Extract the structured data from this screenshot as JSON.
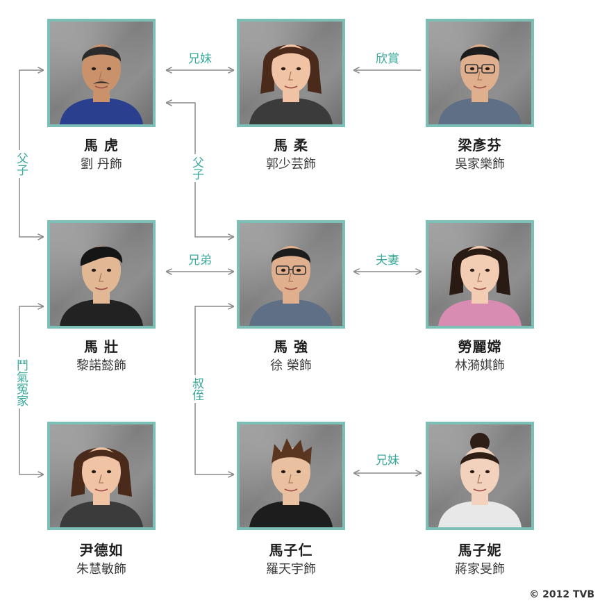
{
  "accent_color": "#7bbfb7",
  "label_color": "#3aa89b",
  "characters": [
    {
      "id": "ma-fu",
      "name": "馬 虎",
      "actor": "劉 丹飾",
      "portrait": "older-man-mustache-icon"
    },
    {
      "id": "ma-yau",
      "name": "馬 柔",
      "actor": "郭少芸飾",
      "portrait": "woman-short-hair-icon"
    },
    {
      "id": "leung",
      "name": "梁彥芬",
      "actor": "吳家樂飾",
      "portrait": "man-glasses-icon"
    },
    {
      "id": "ma-chong",
      "name": "馬 壯",
      "actor": "黎諾懿飾",
      "portrait": "young-man-icon"
    },
    {
      "id": "ma-keung",
      "name": "馬 強",
      "actor": "徐 榮飾",
      "portrait": "man-glasses-icon"
    },
    {
      "id": "lo",
      "name": "勞麗嫦",
      "actor": "林漪娸飾",
      "portrait": "woman-bob-hair-icon"
    },
    {
      "id": "wan",
      "name": "尹德如",
      "actor": "朱慧敏飾",
      "portrait": "woman-short-hair-icon"
    },
    {
      "id": "ma-tsz-yan",
      "name": "馬子仁",
      "actor": "羅天宇飾",
      "portrait": "young-man-spiky-hair-icon"
    },
    {
      "id": "ma-tsz-nei",
      "name": "馬子妮",
      "actor": "蔣家旻飾",
      "portrait": "young-woman-icon"
    }
  ],
  "relations": {
    "tiger_rou": "兄妹",
    "admire": "欣賞",
    "father_son_left": "父子",
    "father_son_mid": "父子",
    "brothers": "兄弟",
    "spouses": "夫妻",
    "rivals": "鬥氣冤家",
    "uncle_nephew": "叔侄",
    "siblings_bottom": "兄妹"
  },
  "copyright": "© 2012 TVB"
}
